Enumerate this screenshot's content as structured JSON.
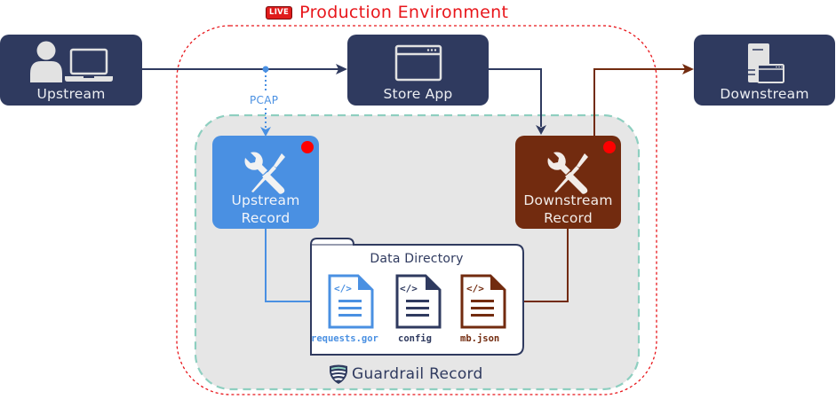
{
  "environment": {
    "live_badge": "LIVE",
    "title": "Production Environment",
    "border_color": "#e8161b"
  },
  "nodes": {
    "upstream": {
      "label": "Upstream",
      "icon": "user-laptop-icon",
      "color": "#2f3a5f"
    },
    "store_app": {
      "label": "Store App",
      "icon": "browser-window-icon",
      "color": "#2f3a5f"
    },
    "downstream": {
      "label": "Downstream",
      "icon": "server-window-icon",
      "color": "#2f3a5f"
    },
    "upstream_record": {
      "label_line1": "Upstream",
      "label_line2": "Record",
      "icon": "tools-icon",
      "color": "#4a90e2",
      "status_color": "#ff0000"
    },
    "downstream_record": {
      "label_line1": "Downstream",
      "label_line2": "Record",
      "icon": "tools-icon",
      "color": "#722b0f",
      "status_color": "#ff0000"
    }
  },
  "edges": {
    "pcap_label": "PCAP"
  },
  "data_directory": {
    "title": "Data Directory",
    "files": [
      {
        "name": "requests.gor",
        "color": "#4a90e2",
        "icon": "code-file-icon"
      },
      {
        "name": "config",
        "color": "#2f3a5f",
        "icon": "code-file-icon"
      },
      {
        "name": "mb.json",
        "color": "#722b0f",
        "icon": "code-file-icon"
      }
    ]
  },
  "guardrail": {
    "label": "Guardrail Record",
    "icon": "shield-icon",
    "border_color": "#8ecfc0"
  }
}
